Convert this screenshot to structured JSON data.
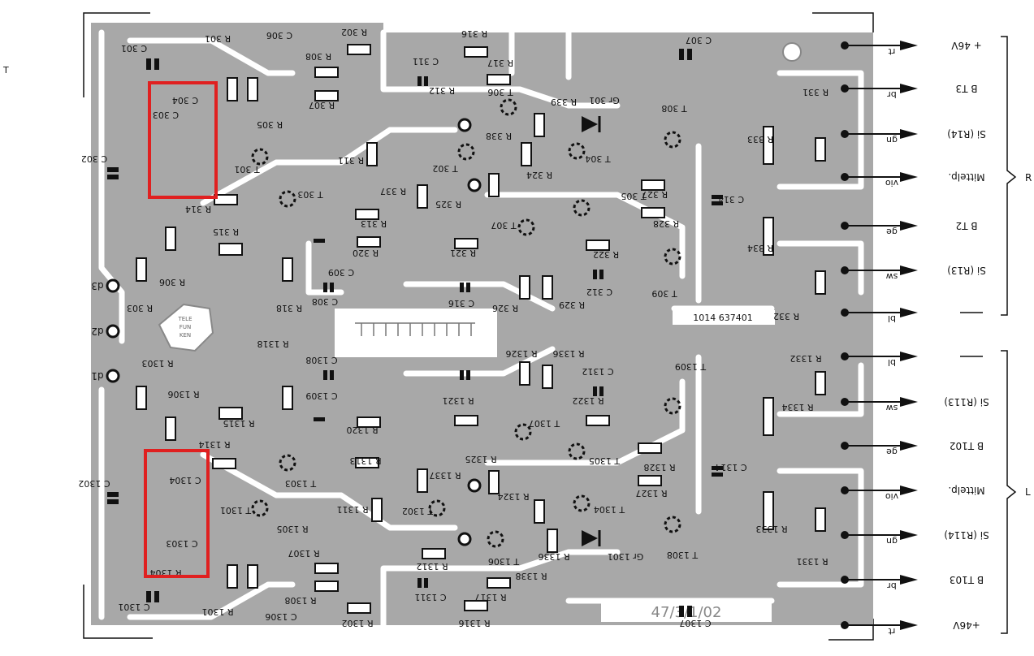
{
  "board": {
    "serial_top": "1014 637401",
    "serial_bottom": "47/3/1/02",
    "logo_text": "TELEFUNKEN",
    "side_mark": "T"
  },
  "connectors_top": [
    {
      "wire": "rt",
      "label": "+ 46V"
    },
    {
      "wire": "br",
      "label": "B  T3"
    },
    {
      "wire": "gn",
      "label": "Si (R14)"
    },
    {
      "wire": "vio",
      "label": "Mittelp."
    },
    {
      "wire": "ge",
      "label": "B  T2"
    },
    {
      "wire": "sw",
      "label": "Si (R13)"
    },
    {
      "wire": "bl",
      "label": ""
    }
  ],
  "connectors_bottom": [
    {
      "wire": "bl",
      "label": ""
    },
    {
      "wire": "sw",
      "label": "Si (R113)"
    },
    {
      "wire": "ge",
      "label": "B  T102"
    },
    {
      "wire": "vio",
      "label": "Mittelp."
    },
    {
      "wire": "gn",
      "label": "Si (R114)"
    },
    {
      "wire": "br",
      "label": "B  T103"
    },
    {
      "wire": "rt",
      "label": "+46V"
    }
  ],
  "channels": {
    "top": "R",
    "bottom": "L"
  },
  "test_points": [
    "d3",
    "d2",
    "d1"
  ],
  "components_top": [
    "C 301",
    "R 301",
    "C 306",
    "R 302",
    "R 316",
    "C 307",
    "R 308",
    "C 311",
    "R 317",
    "C 304",
    "R 307",
    "R 312",
    "T 306",
    "C 303",
    "R 305",
    "C 302",
    "R 339",
    "Gr 301",
    "T 308",
    "R 331",
    "T 301",
    "R 311",
    "R 338",
    "T 304",
    "T 302",
    "R 324",
    "R 333",
    "T 303",
    "R 337",
    "R 327",
    "R 314",
    "R 325",
    "T 305",
    "C 314",
    "R 313",
    "T 307",
    "R 328",
    "R 315",
    "R 322",
    "R 334",
    "R 320",
    "R 321",
    "R 306",
    "C 309",
    "C 312",
    "T 309",
    "R 303",
    "C 308",
    "C 316",
    "R 318",
    "R 326",
    "R 329",
    "R 332"
  ],
  "components_bottom": [
    "R 1303",
    "R 1318",
    "C 1308",
    "R 1326",
    "R 1336",
    "T 1309",
    "R 1332",
    "C 1312",
    "R 1306",
    "C 1309",
    "R 1322",
    "R 1321",
    "R 1334",
    "R 1315",
    "T 1307",
    "R 1320",
    "R 1314",
    "T 1305",
    "R 1328",
    "C 1314",
    "R 1313",
    "C 1304",
    "R 1337",
    "R 1325",
    "T 1303",
    "C 1302",
    "R 1324",
    "R 1327",
    "T 1301",
    "R 1311",
    "T 1302",
    "T 1304",
    "R 1333",
    "C 1303",
    "R 1305",
    "Gr 1301",
    "R 1336",
    "T 1306",
    "T 1308",
    "R 1304",
    "R 1307",
    "R 1312",
    "R 1331",
    "R 1338",
    "R 1308",
    "C 1311",
    "R 1317",
    "C 1301",
    "R 1301",
    "C 1306",
    "R 1302",
    "R 1316",
    "C 1307"
  ],
  "highlight_color": "#e02020",
  "board_color": "#a8a8a8"
}
